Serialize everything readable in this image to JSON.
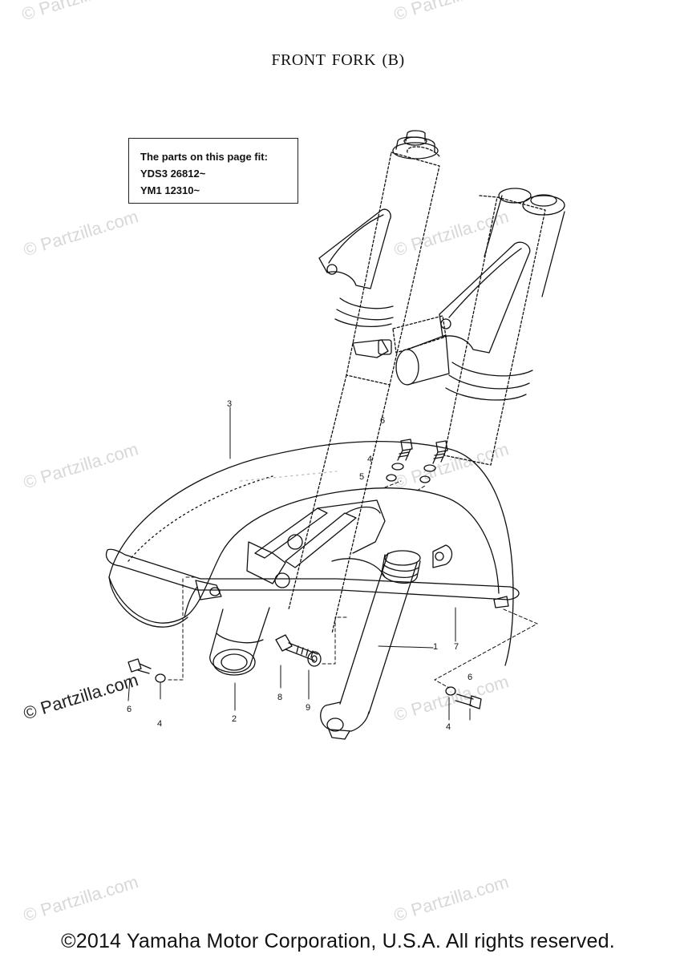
{
  "diagram": {
    "title": "FRONT FORK  (B)",
    "fitment": {
      "heading": "The parts on this page fit:",
      "models": [
        "YDS3 26812~",
        "YM1 12310~"
      ]
    },
    "callouts": [
      {
        "id": "c1",
        "text": "1"
      },
      {
        "id": "c2",
        "text": "2"
      },
      {
        "id": "c3",
        "text": "3"
      },
      {
        "id": "c4a",
        "text": "4"
      },
      {
        "id": "c4b",
        "text": "4"
      },
      {
        "id": "c4c",
        "text": "4"
      },
      {
        "id": "c5",
        "text": "5"
      },
      {
        "id": "c6a",
        "text": "6"
      },
      {
        "id": "c6b",
        "text": "6"
      },
      {
        "id": "c6c",
        "text": "6"
      },
      {
        "id": "c7",
        "text": "7"
      },
      {
        "id": "c8",
        "text": "8"
      },
      {
        "id": "c9",
        "text": "9"
      }
    ],
    "watermark": "© Partzilla.com",
    "copyright": "©2014 Yamaha Motor Corporation, U.S.A. All rights reserved."
  }
}
